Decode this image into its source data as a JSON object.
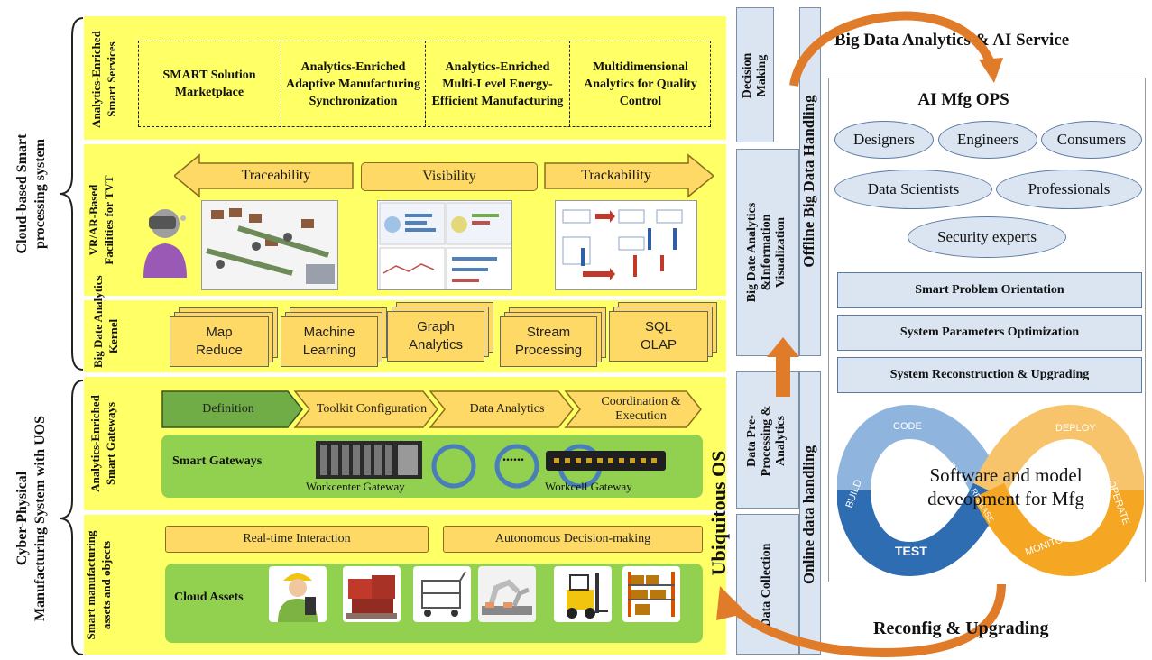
{
  "left_labels": {
    "cloud": [
      "Cloud-based Smart",
      "processing system"
    ],
    "cps": [
      "Cyber-Physical",
      "Manufacturing System with UOS"
    ]
  },
  "services": {
    "row_label": [
      "Analytics-Enriched",
      "Smart Services"
    ],
    "items": [
      "SMART Solution Marketplace",
      "Analytics-Enriched Adaptive Manufacturing Synchronization",
      "Analytics-Enriched Multi-Level Energy-Efficient Manufacturing",
      "Multidimensional Analytics for Quality Control"
    ]
  },
  "tvt": {
    "row_label": [
      "VR/AR-Based",
      "Facilities for TVT"
    ],
    "traceability": "Traceability",
    "visibility": "Visibility",
    "trackability": "Trackability"
  },
  "kernel": {
    "row_label": [
      "Big Date Analytics",
      "Kernel"
    ],
    "items": [
      [
        "Map",
        "Reduce"
      ],
      [
        "Machine",
        "Learning"
      ],
      [
        "Graph",
        "Analytics"
      ],
      [
        "Stream",
        "Processing"
      ],
      [
        "SQL",
        "OLAP"
      ]
    ]
  },
  "gateways": {
    "row_label": [
      "Analytics-Enriched",
      "Smart Gateways"
    ],
    "steps": [
      "Definition",
      "Toolkit Configuration",
      "Data Analytics",
      "Coordination & Execution"
    ],
    "panel_title": "Smart Gateways",
    "dots": "......",
    "workcenter": "Workcenter Gateway",
    "workcell": "Workcell Gateway"
  },
  "assets": {
    "row_label": [
      "Smart manufacturing",
      "assets and objects"
    ],
    "realtime": "Real-time Interaction",
    "autonomous": "Autonomous Decision-making",
    "panel_title": "Cloud Assets"
  },
  "middle": {
    "decision": [
      "Decision",
      "Making"
    ],
    "bigdata_viz": [
      "Big Date Analytics",
      "&Information",
      "Visualization"
    ],
    "offline": "Offline Big Data Handling",
    "preproc": [
      "Data Pre-",
      "Processing &",
      "Analytics"
    ],
    "collection": "Data Collection",
    "online": "Online data handling",
    "uos": "Ubiquitous OS"
  },
  "right": {
    "title": "Big Data Analytics & AI Service",
    "ai_title": "AI Mfg OPS",
    "roles": [
      "Designers",
      "Engineers",
      "Consumers",
      "Data Scientists",
      "Professionals",
      "Security experts"
    ],
    "boxes": [
      "Smart Problem Orientation",
      "System Parameters Optimization",
      "System Reconstruction & Upgrading"
    ],
    "devops_text": [
      "Software and model",
      "deveopment for Mfg"
    ],
    "devops_labels": [
      "CODE",
      "BUILD",
      "TEST",
      "PLAN",
      "RELEASE",
      "DEPLOY",
      "OPERATE",
      "MONITOR"
    ],
    "bottom": "Reconfig & Upgrading"
  },
  "colors": {
    "yellow": "#ffff66",
    "orange": "#e07b2a",
    "blue_light": "#dbe5f1",
    "green": "#92d050",
    "devops_blue": "#3f7fc0",
    "devops_orange": "#f5a623"
  }
}
